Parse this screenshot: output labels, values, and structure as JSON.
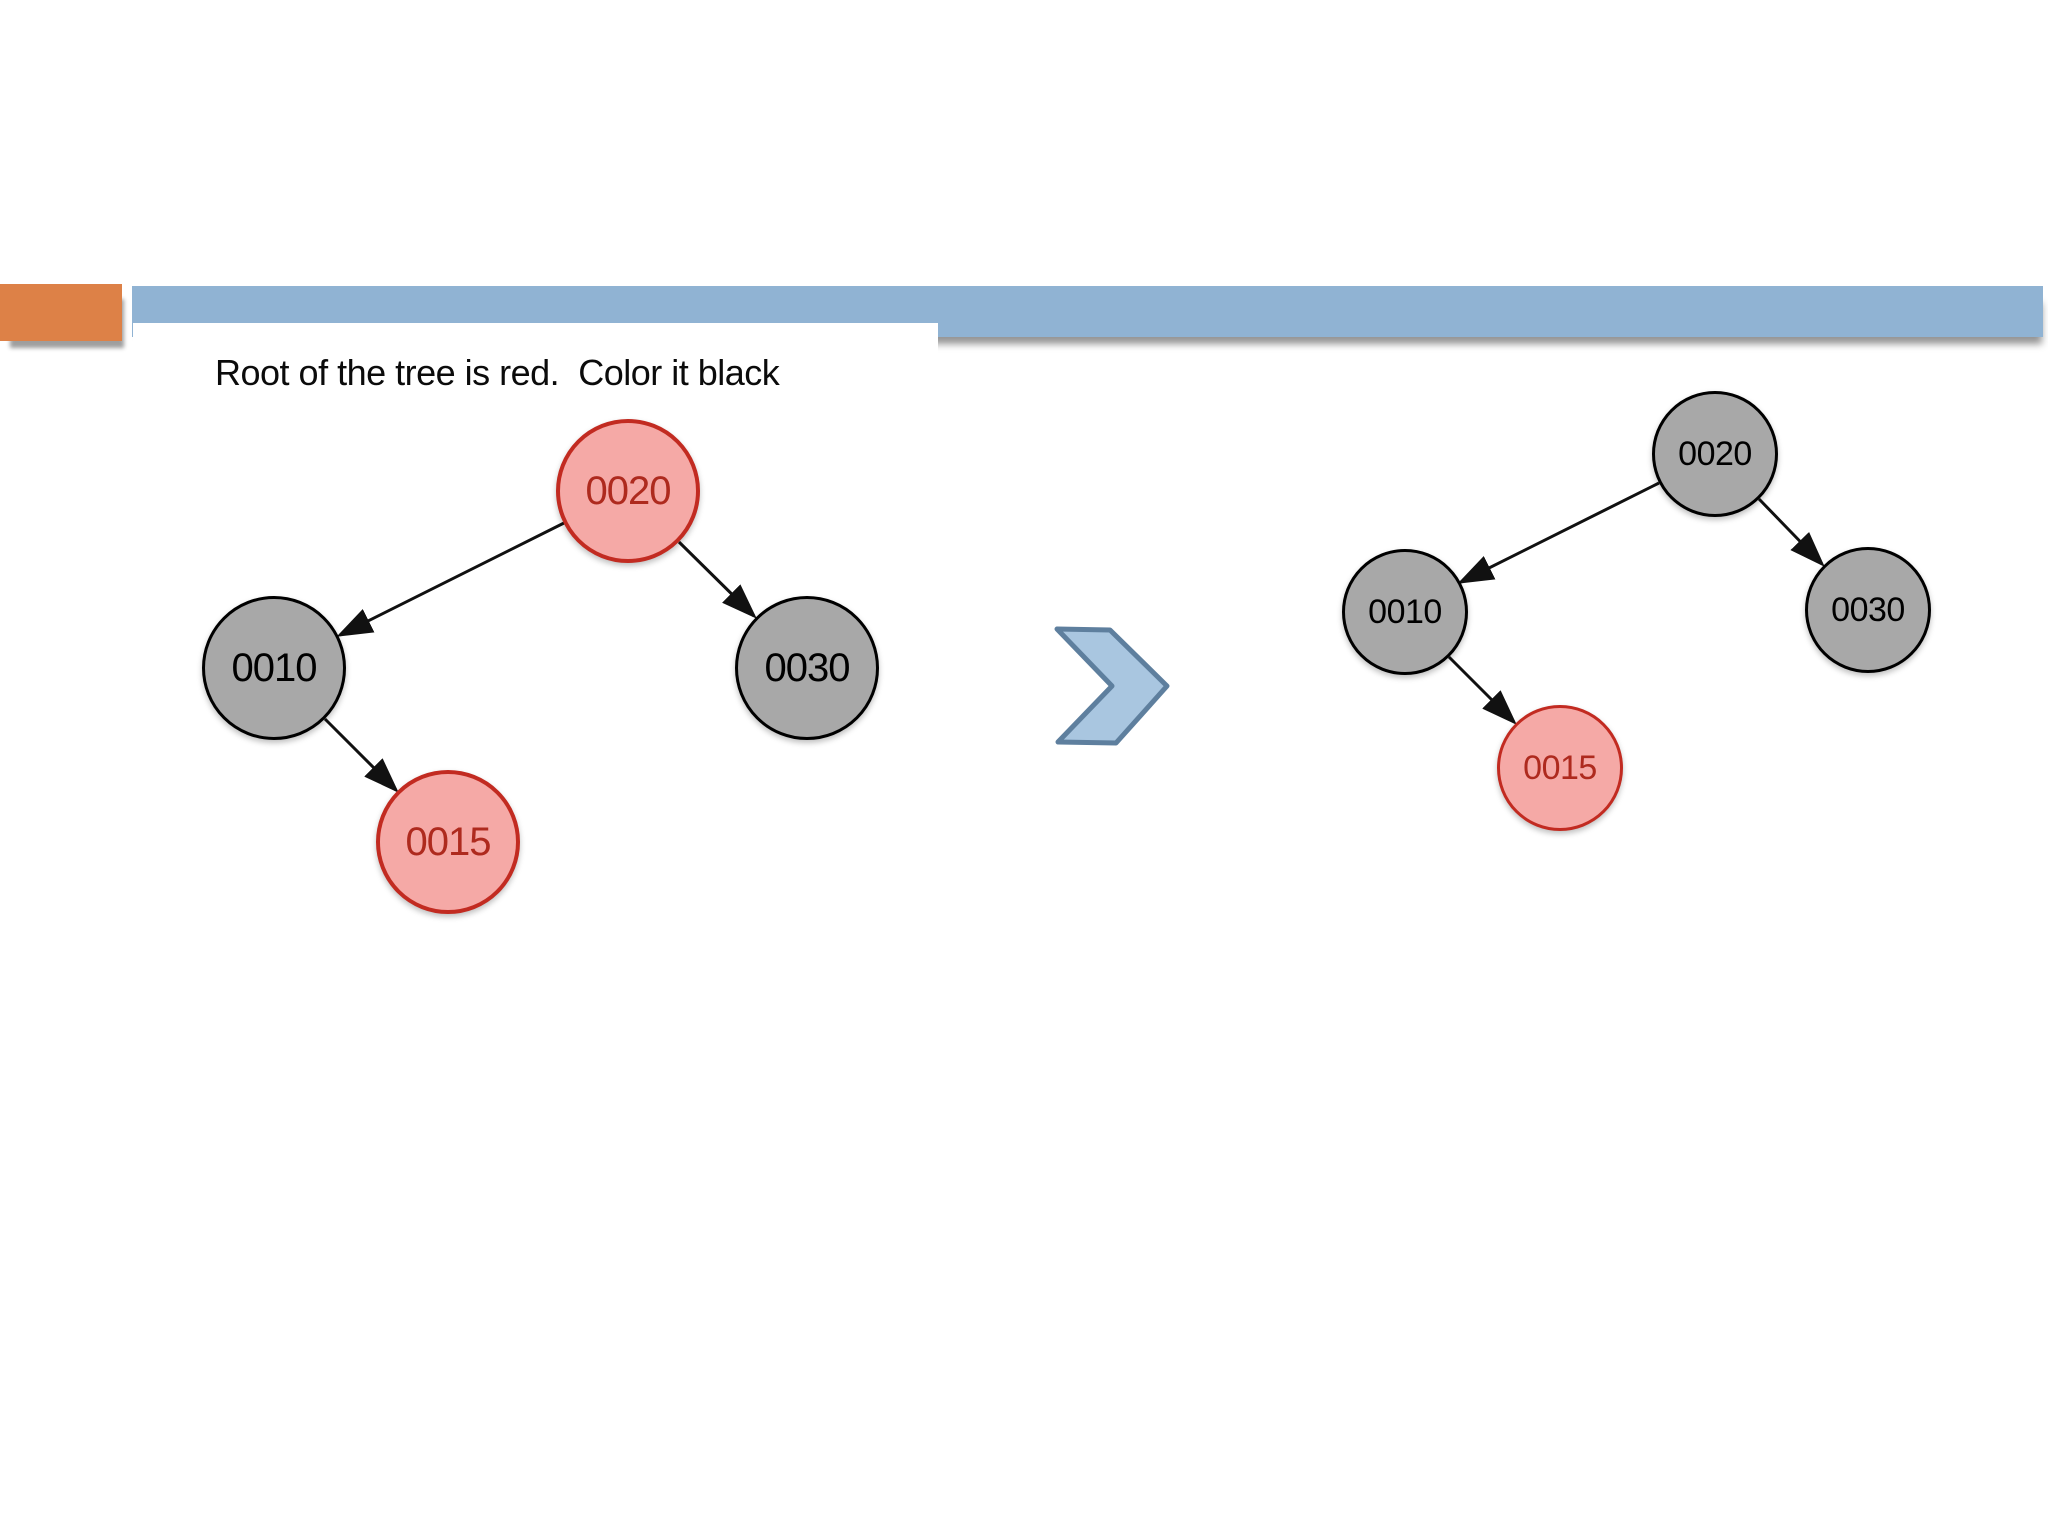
{
  "slide": {
    "title": "Root of the tree is red.  Color it black"
  },
  "colors": {
    "header_bar_blue": "#90B3D3",
    "accent_orange": "#DD8147",
    "node_black_fill": "#A8A8A8",
    "node_black_border": "#000000",
    "node_red_fill": "#F5A9A6",
    "node_red_border": "#C22B21",
    "node_red_text": "#AE2A1E",
    "edge_color": "#111111",
    "chevron_fill": "#A9C6E0",
    "chevron_border": "#5E7F9E"
  },
  "trees": {
    "before": {
      "name": "tree-before-recolor",
      "nodes": [
        {
          "label": "0020",
          "color": "red"
        },
        {
          "label": "0010",
          "color": "black"
        },
        {
          "label": "0030",
          "color": "black"
        },
        {
          "label": "0015",
          "color": "red"
        }
      ],
      "edges": [
        [
          "0020",
          "0010"
        ],
        [
          "0020",
          "0030"
        ],
        [
          "0010",
          "0015"
        ]
      ]
    },
    "after": {
      "name": "tree-after-recolor",
      "nodes": [
        {
          "label": "0020",
          "color": "black"
        },
        {
          "label": "0010",
          "color": "black"
        },
        {
          "label": "0030",
          "color": "black"
        },
        {
          "label": "0015",
          "color": "red"
        }
      ],
      "edges": [
        [
          "0020",
          "0010"
        ],
        [
          "0020",
          "0030"
        ],
        [
          "0010",
          "0015"
        ]
      ]
    }
  },
  "chevron": {
    "direction": "right",
    "meaning": "transforms-into"
  }
}
